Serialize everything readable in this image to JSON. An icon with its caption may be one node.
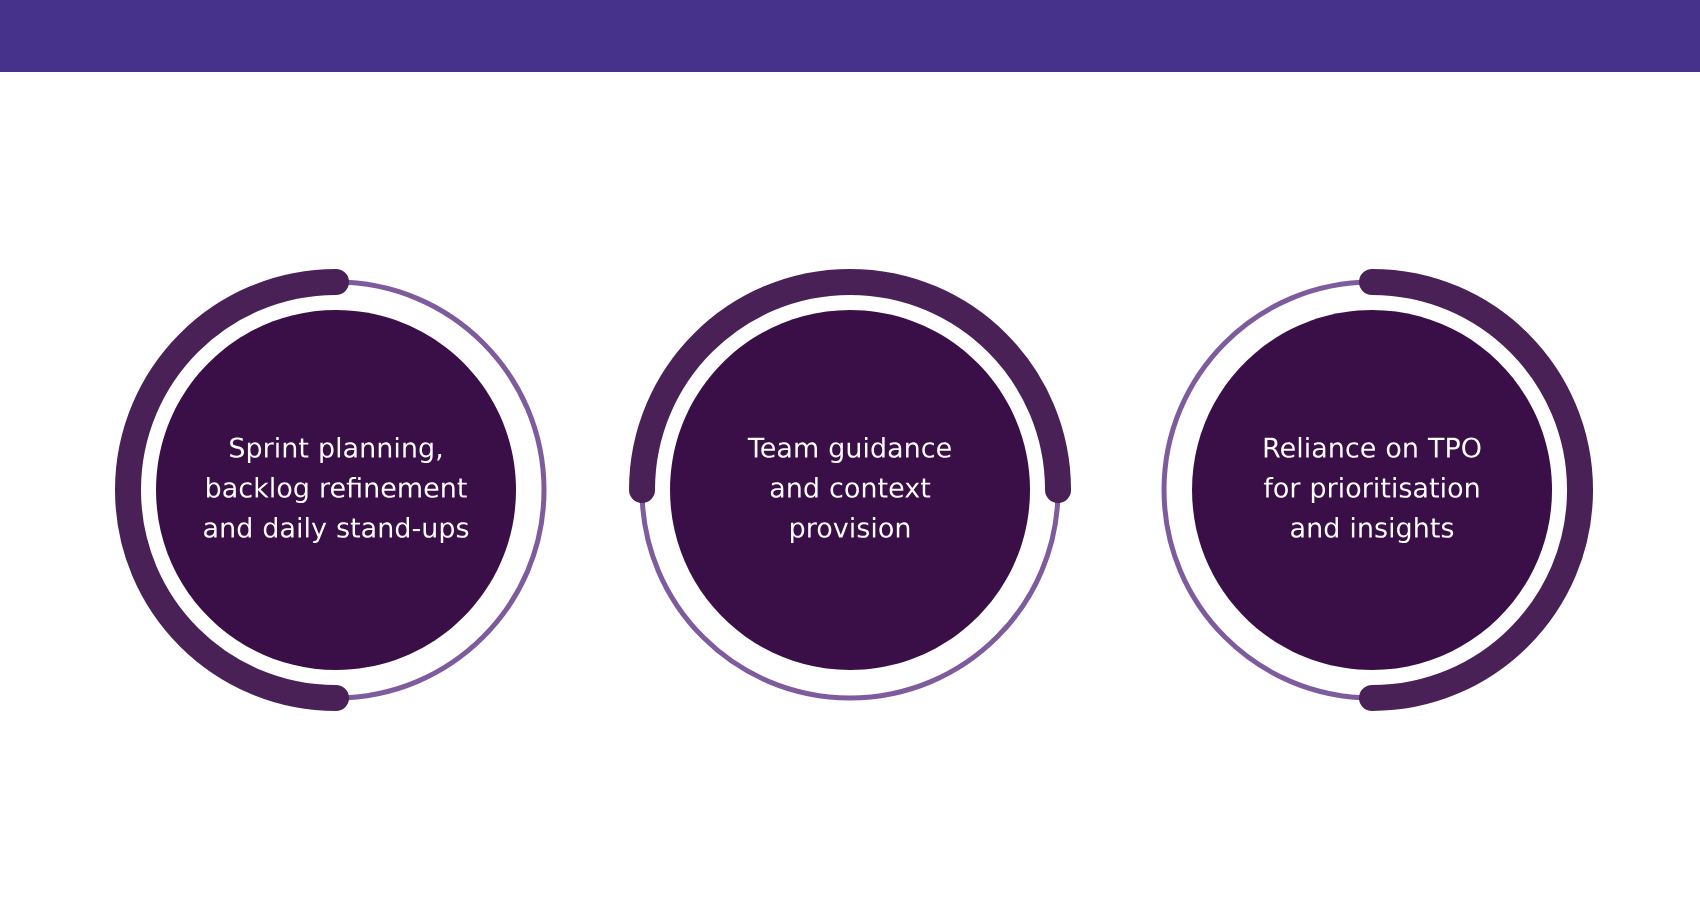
{
  "diagram": {
    "nodes": [
      {
        "text": [
          "Sprint planning, backlog refinement and daily stand-ups"
        ]
      },
      {
        "text": [
          "Team guidance and context provision"
        ]
      },
      {
        "text": [
          "Reliance on TPO for prioritisation and insights"
        ]
      }
    ]
  }
}
